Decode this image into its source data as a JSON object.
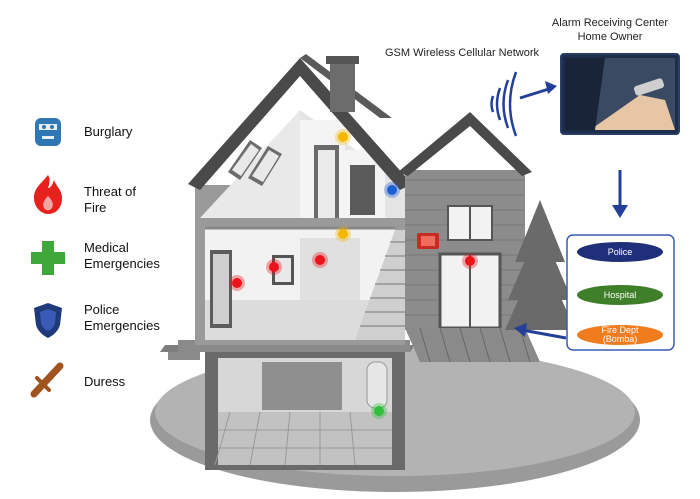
{
  "legend": [
    {
      "label": "Burglary",
      "icon": "burglar-mask-icon"
    },
    {
      "label": "Threat of\nFire",
      "icon": "fire-icon"
    },
    {
      "label": "Medical\nEmergencies",
      "icon": "medical-cross-icon"
    },
    {
      "label": "Police\nEmergencies",
      "icon": "police-badge-icon"
    },
    {
      "label": "Duress",
      "icon": "baton-icon"
    }
  ],
  "network_label": "GSM Wireless Cellular Network",
  "receiver_label": "Alarm Receiving Center\nHome Owner",
  "services": [
    {
      "label": "Police",
      "color": "#1f2f7a"
    },
    {
      "label": "Hospital",
      "color": "#3f7f2a"
    },
    {
      "label": "Fire Dept\n(Bomba)",
      "color": "#f07c1e"
    }
  ],
  "colors": {
    "arrow": "#233f9a",
    "sensor_red": "#e8141a",
    "sensor_yellow": "#f5b800",
    "sensor_blue": "#1f5fd0",
    "sensor_green": "#2fbf3a"
  }
}
